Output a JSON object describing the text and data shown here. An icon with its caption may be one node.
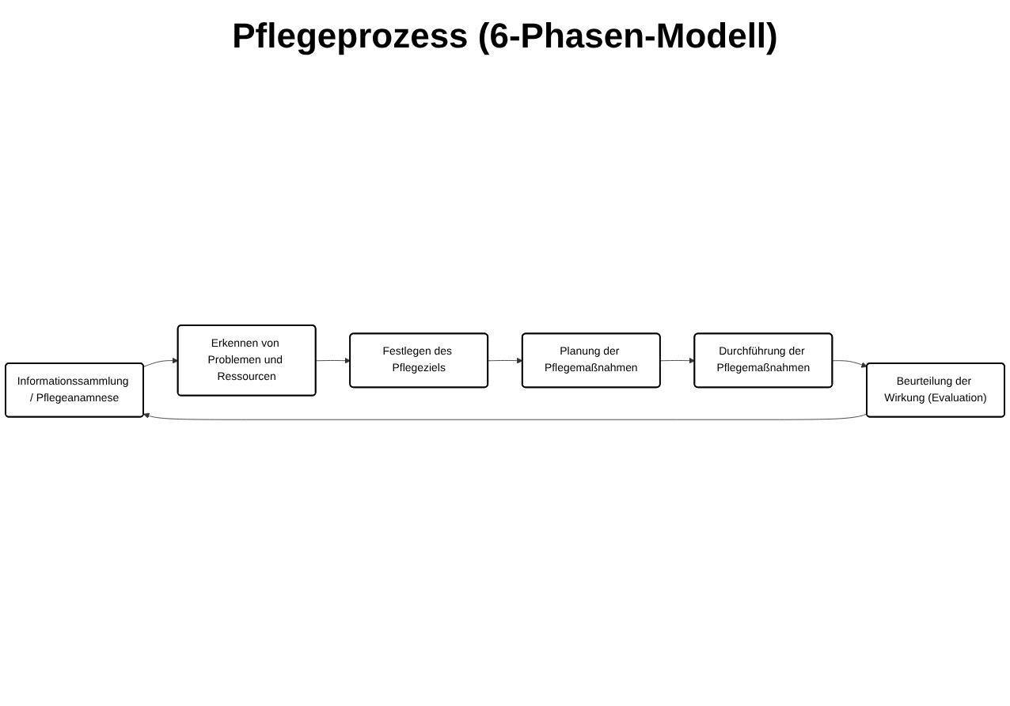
{
  "diagram": {
    "title": "Pflegeprozess (6-Phasen-Modell)",
    "nodes": [
      {
        "text": [
          "Informationssammlung / Pflegeanamnese"
        ]
      },
      {
        "text": [
          "Erkennen von Problemen und Ressourcen"
        ]
      },
      {
        "text": [
          "Festlegen des Pflegeziels"
        ]
      },
      {
        "text": [
          "Planung der Pflegemaßnahmen"
        ]
      },
      {
        "text": [
          "Durchführung der Pflegemaßnahmen"
        ]
      },
      {
        "text": [
          "Beurteilung der Wirkung (Evaluation)"
        ]
      }
    ],
    "edges": [
      {
        "from": 0,
        "to": 1,
        "arrow": "to"
      },
      {
        "from": 1,
        "to": 2,
        "arrow": "to"
      },
      {
        "from": 2,
        "to": 3,
        "arrow": "to"
      },
      {
        "from": 3,
        "to": 4,
        "arrow": "to"
      },
      {
        "from": 4,
        "to": 5,
        "arrow": "to"
      },
      {
        "from": 5,
        "to": 0,
        "arrow": "to"
      }
    ]
  }
}
